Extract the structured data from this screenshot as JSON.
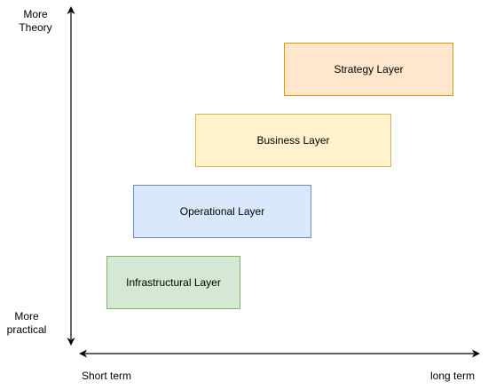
{
  "axes": {
    "y_top_label": [
      "More",
      "Theory"
    ],
    "y_bottom_label": [
      "More",
      "practical"
    ],
    "x_left_label": "Short term",
    "x_right_label": "long term"
  },
  "layers": [
    {
      "id": "strategy",
      "label": "Strategy Layer",
      "fill": "#ffe6cc",
      "stroke": "#d79b00"
    },
    {
      "id": "business",
      "label": "Business Layer",
      "fill": "#fff2cc",
      "stroke": "#d6b656"
    },
    {
      "id": "operational",
      "label": "Operational Layer",
      "fill": "#dae8fc",
      "stroke": "#6c8ebf"
    },
    {
      "id": "infrastructural",
      "label": "Infrastructural Layer",
      "fill": "#d5e8d4",
      "stroke": "#82b366"
    }
  ]
}
